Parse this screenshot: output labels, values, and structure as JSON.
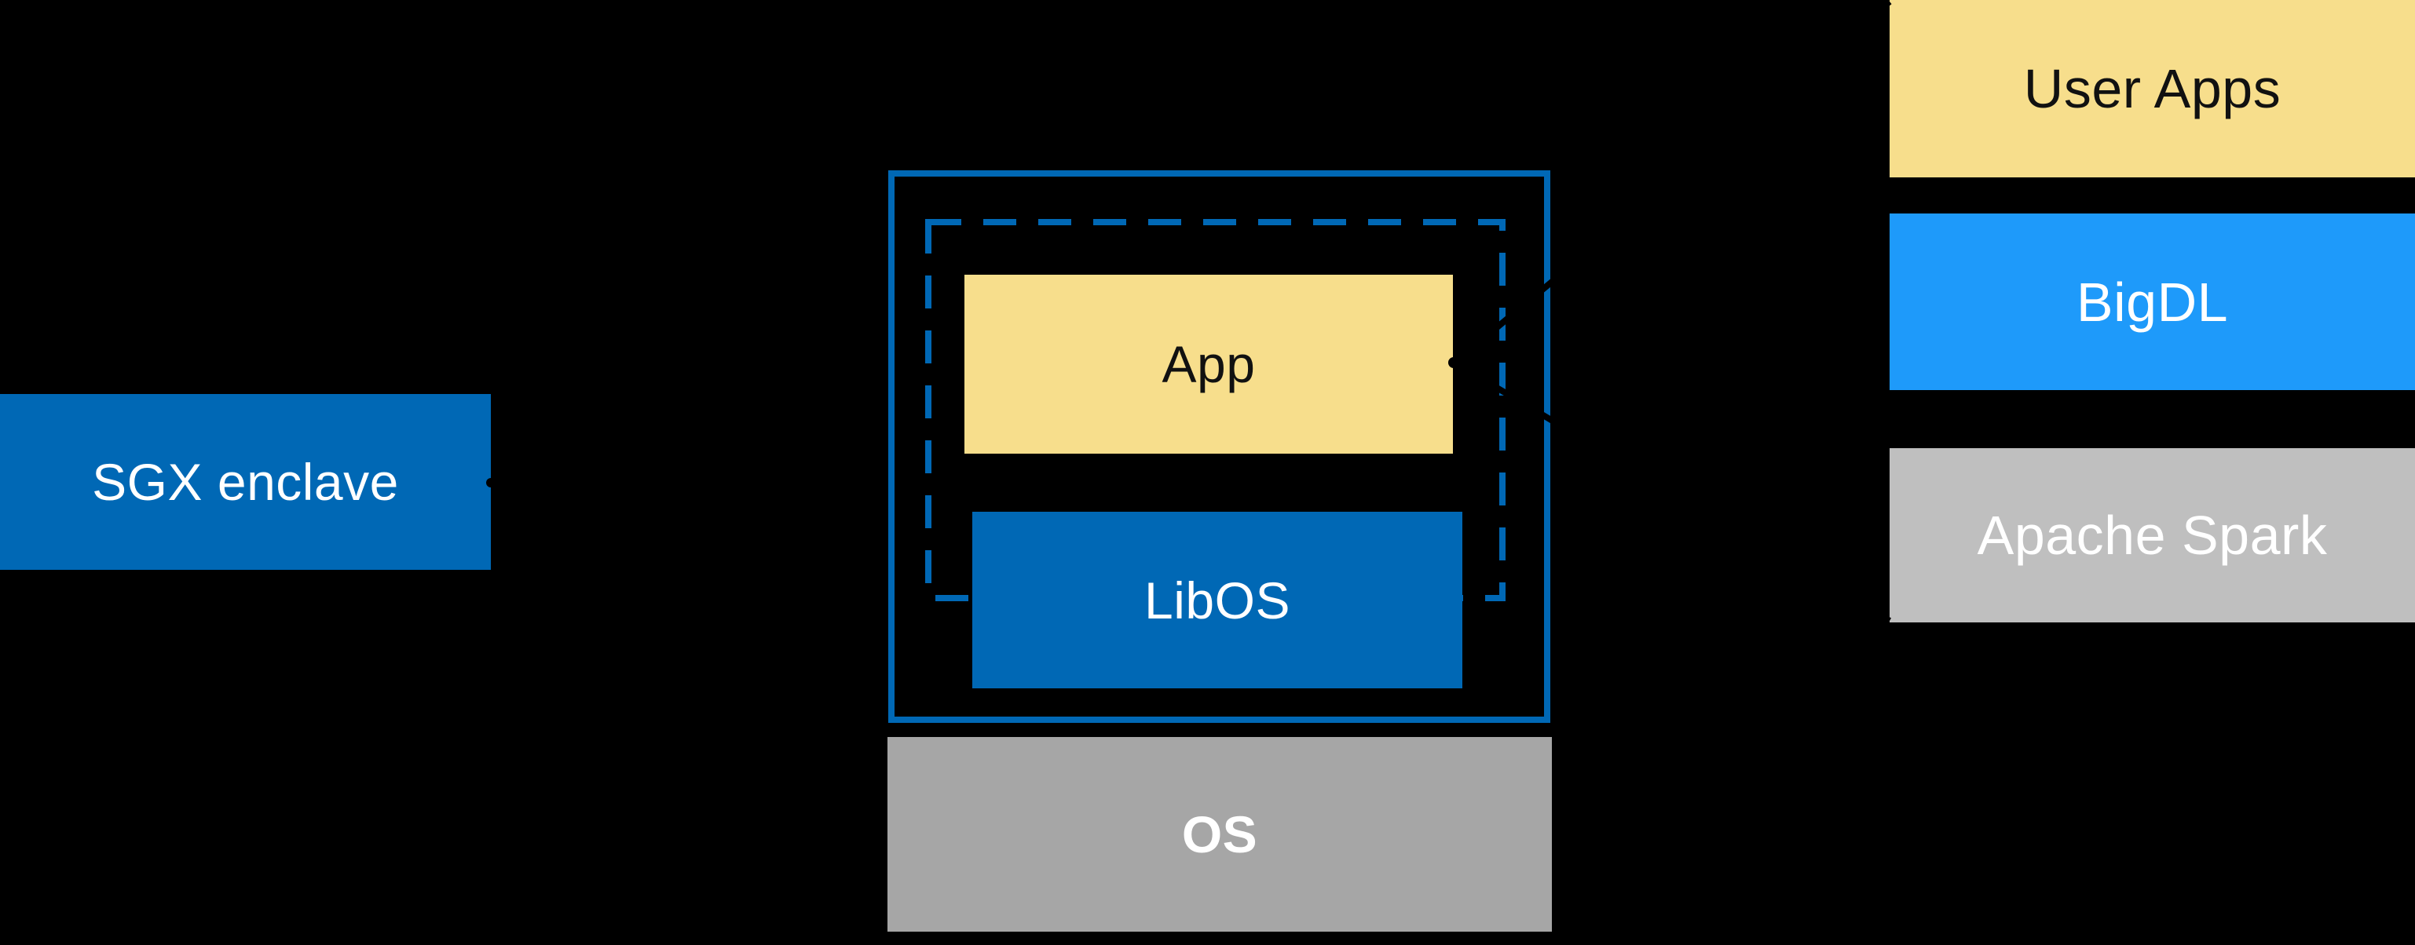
{
  "canvas": {
    "background": "#000000"
  },
  "sgx": {
    "label": "SGX enclave"
  },
  "enclave": {
    "app_label": "App",
    "libos_label": "LibOS"
  },
  "os": {
    "label": "OS"
  },
  "stack": {
    "items": [
      {
        "label": "User Apps",
        "fill": "#F7DE8C",
        "text_color": "#111111"
      },
      {
        "label": "BigDL",
        "fill": "#1E9AFA",
        "text_color": "#FFFFFF"
      },
      {
        "label": "Apache Spark",
        "fill": "#BFBFBF",
        "text_color": "#FFFFFF"
      }
    ]
  },
  "colors": {
    "intel_blue": "#0068B5",
    "bigdl_blue": "#1E9AFA",
    "app_yellow": "#F7DE8C",
    "spark_gray": "#BFBFBF",
    "os_gray": "#A6A6A6",
    "line_black": "#000000",
    "text_white": "#FFFFFF",
    "text_black": "#111111"
  }
}
